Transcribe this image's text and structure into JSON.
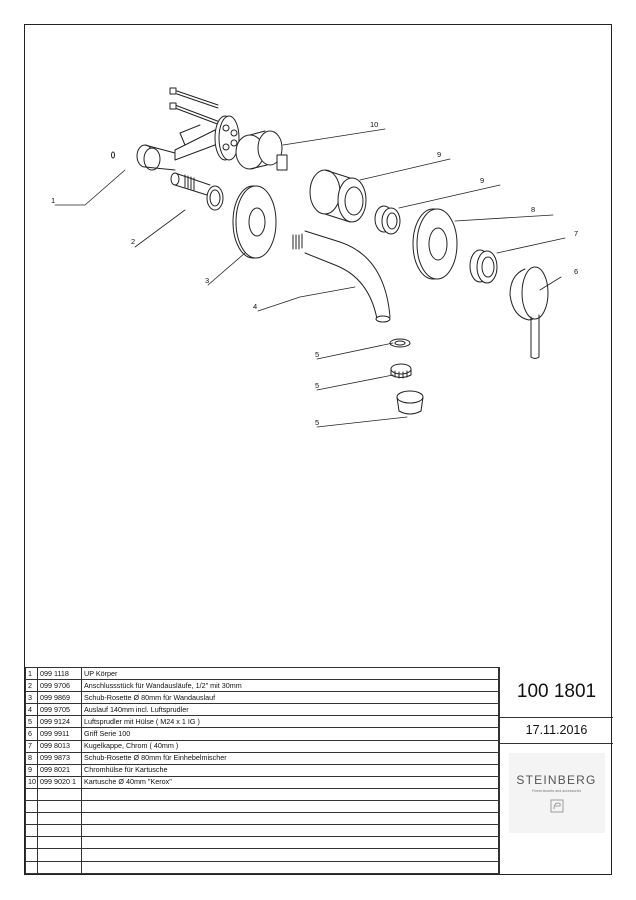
{
  "callouts": {
    "c1": "1",
    "c2": "2",
    "c3": "3",
    "c4": "4",
    "c5a": "5",
    "c5b": "5",
    "c5c": "5",
    "c6": "6",
    "c7": "7",
    "c8": "8",
    "c9a": "9",
    "c9b": "9",
    "c10": "10"
  },
  "parts": [
    {
      "pos": "1",
      "article": "099 1118",
      "description": "UP Körper"
    },
    {
      "pos": "2",
      "article": "099 9706",
      "description": "Anschlussstück für Wandausläufe, 1/2\" mit 30mm"
    },
    {
      "pos": "3",
      "article": "099 9869",
      "description": "Schub-Rosette Ø 80mm für Wandauslauf"
    },
    {
      "pos": "4",
      "article": "099 9705",
      "description": "Auslauf 140mm incl. Luftsprudler"
    },
    {
      "pos": "5",
      "article": "099 9124",
      "description": "Luftsprudler mit Hülse ( M24 x 1 IG )"
    },
    {
      "pos": "6",
      "article": "099 9911",
      "description": "Griff Serie 100"
    },
    {
      "pos": "7",
      "article": "099 8013",
      "description": "Kugelkappe, Chrom ( 40mm )"
    },
    {
      "pos": "8",
      "article": "099 9873",
      "description": "Schub-Rosette Ø 80mm für Einhebelmischer"
    },
    {
      "pos": "9",
      "article": "099 8021",
      "description": "Chromhülse für Kartusche"
    },
    {
      "pos": "10",
      "article": "099 9020 1",
      "description": "Kartusche Ø 40mm \"Kerox\""
    }
  ],
  "empty_rows": 7,
  "title_block": {
    "number": "100 1801",
    "date": "17.11.2016",
    "brand": "STEINBERG",
    "brand_tagline": "Finest faucets and accessories"
  }
}
